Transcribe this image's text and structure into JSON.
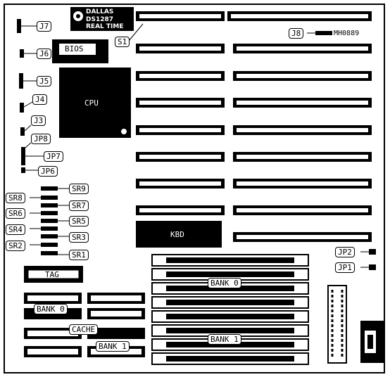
{
  "rtc": {
    "brand": "DALLAS",
    "model": "DS1287",
    "subtitle": "REAL TIME"
  },
  "labels": {
    "j7": "J7",
    "j6": "J6",
    "bios": "BIOS",
    "s1": "S1",
    "j8": "J8",
    "mh": "MH0889",
    "j5": "J5",
    "j4": "J4",
    "cpu": "CPU",
    "j3": "J3",
    "jp8": "JP8",
    "jp7": "JP7",
    "jp6": "JP6",
    "sr9": "SR9",
    "sr8": "SR8",
    "sr7": "SR7",
    "sr6": "SR6",
    "sr5": "SR5",
    "sr4": "SR4",
    "sr3": "SR3",
    "sr2": "SR2",
    "sr1": "SR1",
    "kbd": "KBD",
    "jp2": "JP2",
    "jp1": "JP1",
    "tag": "TAG",
    "bank0_simm": "BANK 0",
    "bank1_simm": "BANK 1",
    "bank0_cache": "BANK 0",
    "cache": "CACHE",
    "bank1_cache": "BANK 1"
  },
  "colors": {
    "ink": "#000000",
    "paper": "#ffffff"
  }
}
